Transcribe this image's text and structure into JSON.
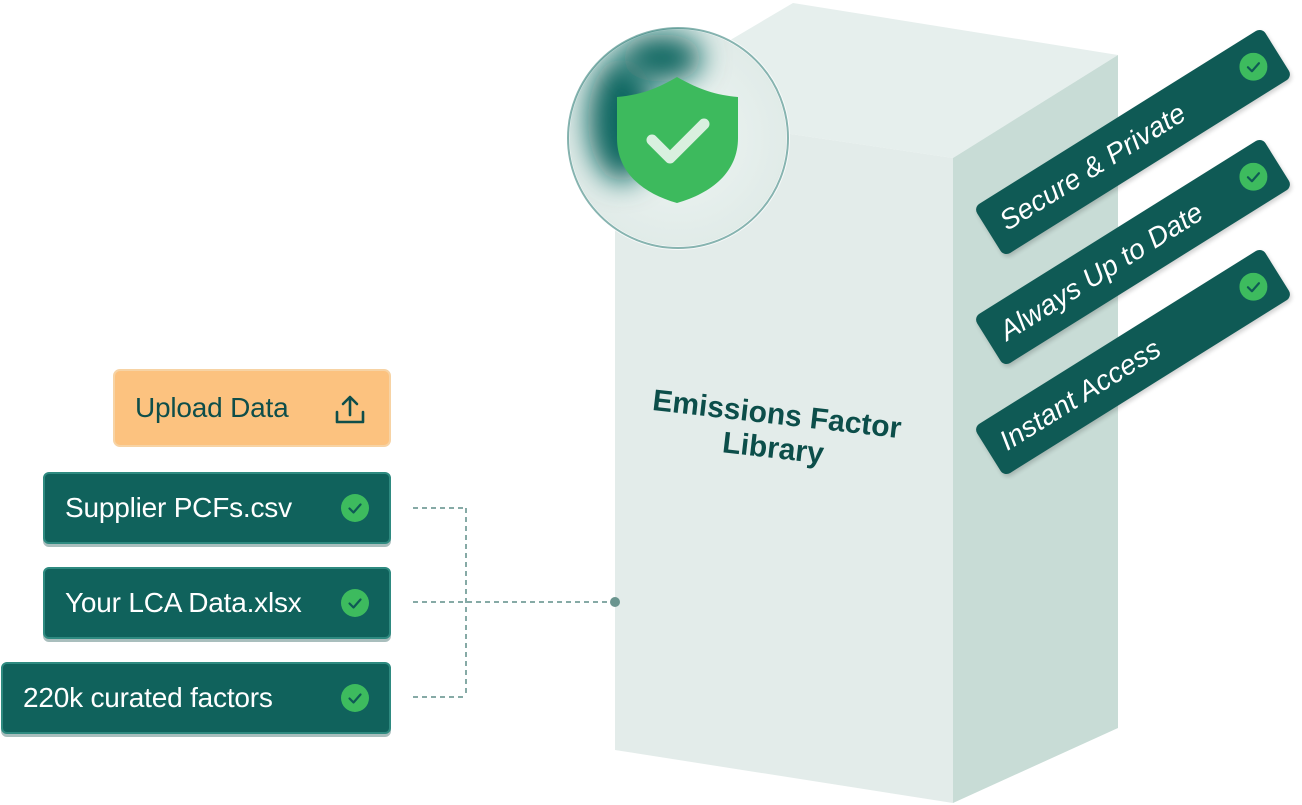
{
  "upload": {
    "label": "Upload Data",
    "icon": "upload-icon"
  },
  "sources": [
    {
      "label": "Supplier PCFs.csv",
      "icon": "check-circle-icon"
    },
    {
      "label": "Your LCA Data.xlsx",
      "icon": "check-circle-icon"
    },
    {
      "label": "220k curated factors",
      "icon": "check-circle-icon"
    }
  ],
  "library": {
    "title": "Emissions Factor Library",
    "icon": "shield-check-icon"
  },
  "features": [
    {
      "label": "Secure & Private",
      "icon": "check-circle-icon"
    },
    {
      "label": "Always Up to Date",
      "icon": "check-circle-icon"
    },
    {
      "label": "Instant Access",
      "icon": "check-circle-icon"
    }
  ],
  "colors": {
    "dark_teal": "#10625c",
    "box_light": "#e4eeeb",
    "box_side": "#c7dcd6",
    "upload_orange": "#fcc27f",
    "check_green": "#3dbb5e"
  }
}
